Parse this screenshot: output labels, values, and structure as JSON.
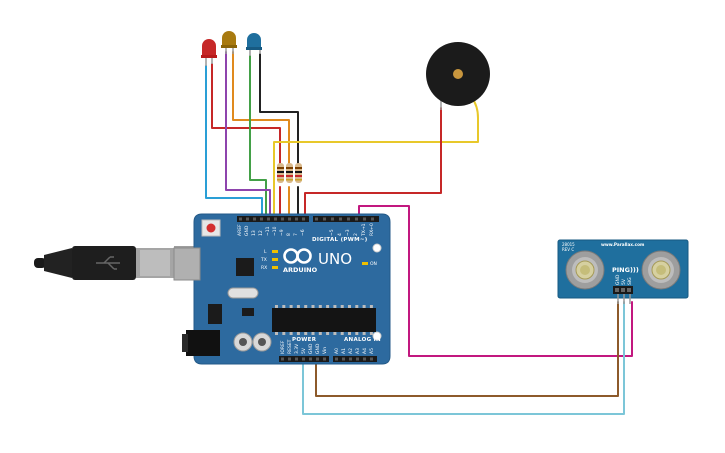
{
  "board": {
    "brand": "ARDUINO",
    "model": "UNO",
    "header_digital": "DIGITAL (PWM~)",
    "header_power": "POWER",
    "header_analog": "ANALOG IN",
    "led_l": "L",
    "led_tx": "TX",
    "led_rx": "RX",
    "led_on": "ON",
    "digital_pins": [
      "AREF",
      "GND",
      "13",
      "12",
      "~11",
      "~10",
      "~9",
      "8",
      "7",
      "~6",
      "~5",
      "4",
      "~3",
      "2",
      "TX→1",
      "RX←0"
    ],
    "power_pins": [
      "IOREF",
      "RESET",
      "3.3V",
      "5V",
      "GND",
      "GND",
      "Vin"
    ],
    "analog_pins": [
      "A0",
      "A1",
      "A2",
      "A3",
      "A4",
      "A5"
    ]
  },
  "sensor": {
    "name": "PING)))",
    "url": "www.Parallax.com",
    "part": "28015",
    "rev": "REV C",
    "pins": [
      "GND",
      "5V",
      "SIG"
    ]
  },
  "components": {
    "leds": [
      {
        "color": "#c62828"
      },
      {
        "color": "#a87a10"
      },
      {
        "color": "#1f6f9e"
      }
    ],
    "resistor_count": 3,
    "buzzer": {
      "color": "#1b1b1b",
      "center_color": "#c8963e"
    }
  },
  "wire_colors": {
    "red": "#c62828",
    "orange": "#e08a1e",
    "yellow": "#e8c82a",
    "green": "#43a047",
    "blue": "#2a9fd6",
    "purple": "#8e44ad",
    "black": "#222222",
    "magenta": "#c2187f",
    "brown": "#8d5a2b",
    "cyan": "#7cc6d8"
  },
  "colors": {
    "board": "#2d6a9f",
    "board_edge": "#245a88",
    "header": "#1a1a1a",
    "sensor_board": "#1f6f9e"
  }
}
